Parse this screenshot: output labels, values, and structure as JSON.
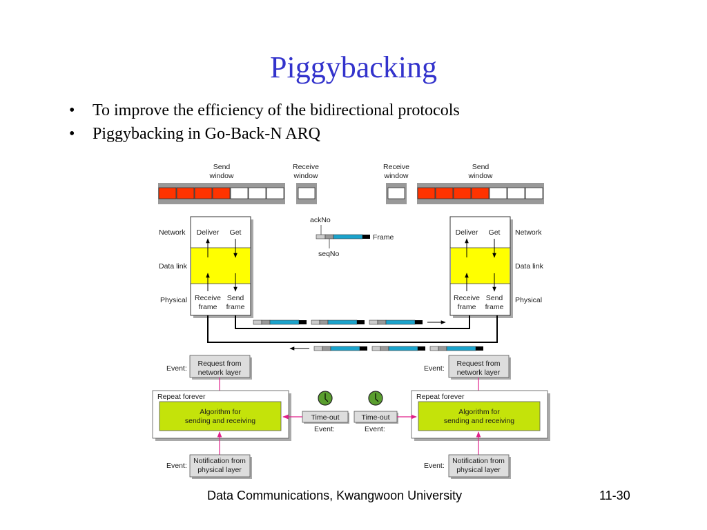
{
  "slide": {
    "title": "Piggybacking",
    "bullets": [
      "To improve the efficiency of the bidirectional protocols",
      "Piggybacking in Go-Back-N ARQ"
    ],
    "footer": "Data Communications, Kwangwoon University",
    "page_number": "11-30"
  },
  "diagram": {
    "left_send_window_label": [
      "Send",
      "window"
    ],
    "left_receive_window_label": [
      "Receive",
      "window"
    ],
    "right_receive_window_label": [
      "Receive",
      "window"
    ],
    "right_send_window_label": [
      "Send",
      "window"
    ],
    "layers": {
      "network": "Network",
      "data_link": "Data link",
      "physical": "Physical"
    },
    "stack_labels": {
      "deliver": "Deliver",
      "get": "Get",
      "receive_frame": [
        "Receive",
        "frame"
      ],
      "send_frame": [
        "Send",
        "frame"
      ]
    },
    "frame_legend": {
      "ack": "ackNo",
      "frame": "Frame",
      "seq": "seqNo"
    },
    "event_label": "Event:",
    "request_box": [
      "Request from",
      "network layer"
    ],
    "notification_box": [
      "Notification from",
      "physical layer"
    ],
    "repeat_label": "Repeat forever",
    "algorithm_box": [
      "Algorithm for",
      "sending and receiving"
    ],
    "timeout_label": "Time-out",
    "colors": {
      "window_filled": "#ff3300",
      "data_link": "#ffff00",
      "algorithm": "#c4e30a",
      "frame_body": "#1aa3cc",
      "arrow_magenta": "#e0218a",
      "clock": "#5a9e2f",
      "title": "#3333cc"
    }
  }
}
